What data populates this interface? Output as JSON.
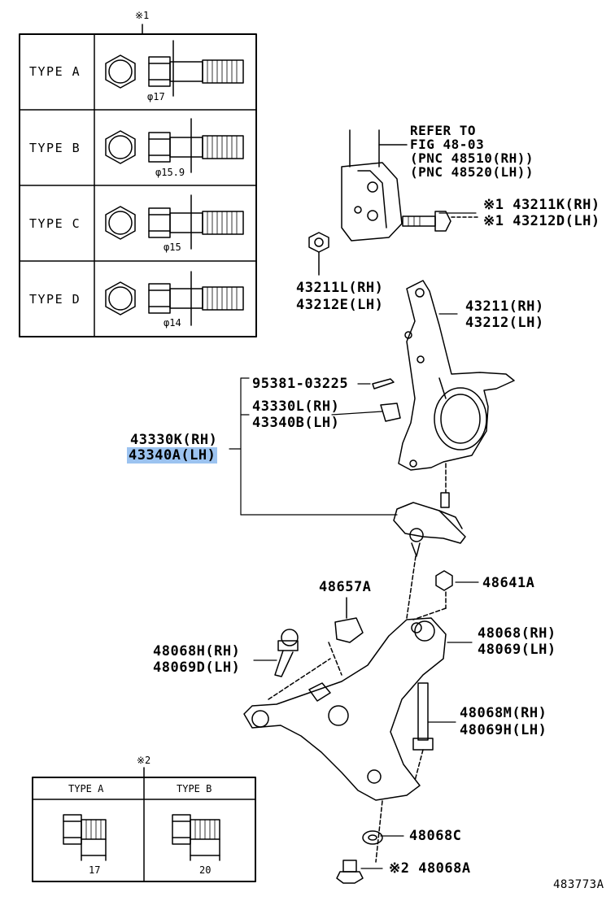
{
  "note1_mark": "※1",
  "note2_mark": "※2",
  "table1": {
    "rows": [
      {
        "type": "TYPE  A",
        "diameter": "φ17"
      },
      {
        "type": "TYPE  B",
        "diameter": "φ15.9"
      },
      {
        "type": "TYPE  C",
        "diameter": "φ15"
      },
      {
        "type": "TYPE  D",
        "diameter": "φ14"
      }
    ]
  },
  "table2": {
    "headers": [
      "TYPE A",
      "TYPE B"
    ],
    "lengths": [
      "17",
      "20"
    ]
  },
  "callouts": {
    "refer1": "REFER TO",
    "refer2": "FIG 48-03",
    "refer3": "(PNC 48510(RH))",
    "refer4": "(PNC 48520(LH))",
    "p43211k": "※1 43211K(RH)",
    "p43212d": "※1 43212D(LH)",
    "p43211l": "43211L(RH)",
    "p43212e": "43212E(LH)",
    "p43211": "43211(RH)",
    "p43212": "43212(LH)",
    "p95381": "95381-03225",
    "p43330l": "43330L(RH)",
    "p43340b": "43340B(LH)",
    "p43330k": "43330K(RH)",
    "p43340a": "43340A(LH)",
    "p48657a": "48657A",
    "p48641a": "48641A",
    "p48068": "48068(RH)",
    "p48069": "48069(LH)",
    "p48068h": "48068H(RH)",
    "p48069d": "48069D(LH)",
    "p48068m": "48068M(RH)",
    "p48069h": "48069H(LH)",
    "p48068c": "48068C",
    "p48068a": "※2 48068A"
  },
  "figure_id": "483773A",
  "highlight_color": "#9cc3f0"
}
